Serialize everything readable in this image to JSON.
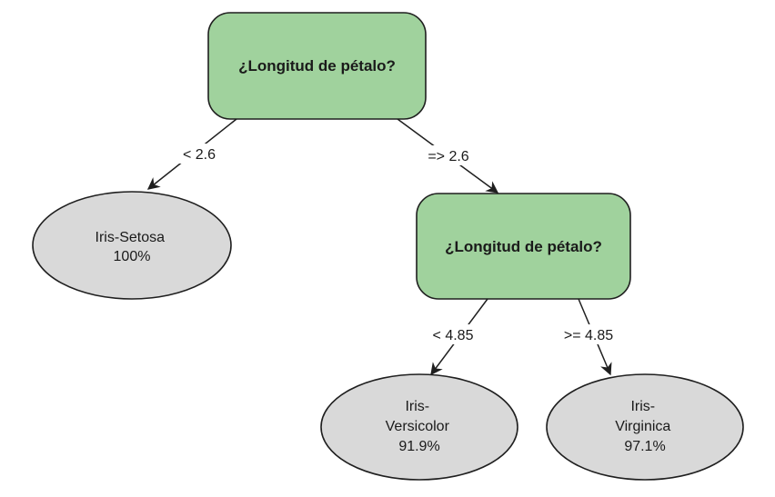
{
  "diagram": {
    "root": {
      "question": "¿Longitud de pétalo?"
    },
    "edges": {
      "root_left": "< 2.6",
      "root_right": "=> 2.6",
      "child_left": "< 4.85",
      "child_right": ">= 4.85"
    },
    "leaf_setosa": {
      "lines": [
        "Iris-Setosa",
        "100%"
      ]
    },
    "inner": {
      "question": "¿Longitud de pétalo?"
    },
    "leaf_versicolor": {
      "lines": [
        "Iris-",
        "Versicolor",
        "91.9%"
      ]
    },
    "leaf_virginica": {
      "lines": [
        "Iris-",
        "Virginica",
        "97.1%"
      ]
    }
  },
  "colors": {
    "decision_fill": "#a0d29d",
    "leaf_fill": "#d9d9d9",
    "stroke": "#1f1f1f"
  }
}
